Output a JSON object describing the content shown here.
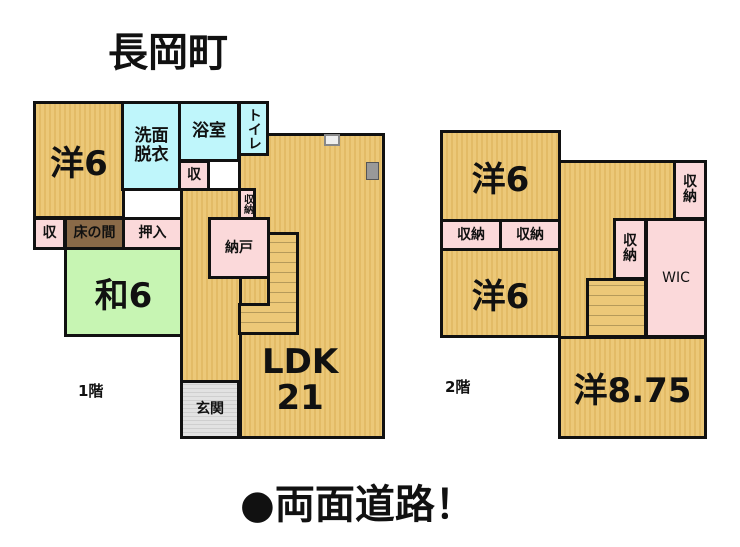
{
  "title": "長岡町",
  "footer": "●両面道路！",
  "floor1": {
    "label": "1階",
    "rooms": {
      "western_room": "洋6",
      "washroom": "洗面\n脱衣",
      "bathroom": "浴室",
      "toilet": "トイレ",
      "storage_small": "収",
      "storage_vertical": "収納",
      "closet_room": "納戸",
      "storage_left": "収",
      "tokonoma": "床の間",
      "oshiire": "押入",
      "japanese_room": "和6",
      "ldk": "LDK\n21",
      "entrance": "玄関"
    }
  },
  "floor2": {
    "label": "2階",
    "rooms": {
      "western_room_top": "洋6",
      "storage_a": "収納",
      "storage_b": "収納",
      "western_room_lower": "洋6",
      "storage_right": "収納",
      "storage_mid": "収納",
      "wic": "WIC",
      "western_room_large": "洋8.75"
    }
  }
}
